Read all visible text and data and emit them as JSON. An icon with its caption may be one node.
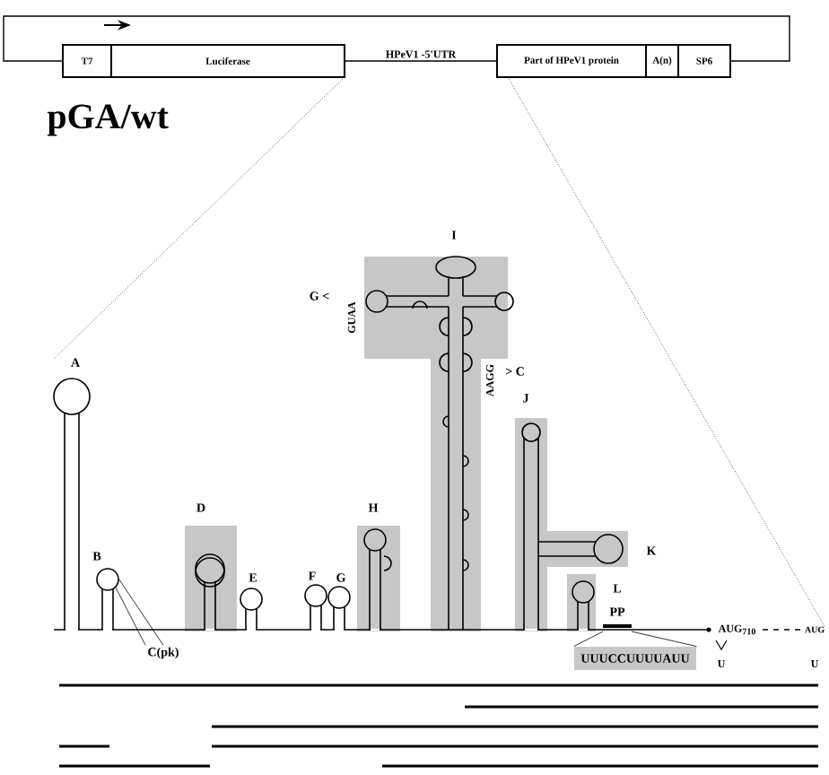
{
  "diagram": {
    "title": "pGA/wt",
    "nodes": [
      {
        "text": [
          "T7"
        ]
      },
      {
        "text": [
          "Luciferase"
        ]
      },
      {
        "text": [
          "Part of HPeV1 protein"
        ]
      },
      {
        "text": [
          "A(n)"
        ]
      },
      {
        "text": [
          "SP6"
        ]
      },
      {
        "text": [
          "C(pk)"
        ]
      },
      {
        "text": [
          "UUUCCUUUUAUU"
        ]
      },
      {
        "text": [],
        "shape": "circle"
      }
    ],
    "edges": [
      {
        "from": 0,
        "to": 4,
        "arrow": "none"
      },
      {
        "from": 1,
        "to": 2,
        "arrow": "none",
        "label": "HPeV1 -5'UTR"
      },
      {
        "from": 5,
        "to": 7,
        "arrow": "none"
      },
      {
        "from": 5,
        "to": 7,
        "arrow": "none"
      },
      {
        "from": 6,
        "to": null,
        "arrow": "none"
      },
      {
        "from": 6,
        "to": null,
        "arrow": "none"
      }
    ],
    "labels": [
      "A",
      "I",
      "G <",
      "GUAA",
      "AAGG",
      "> C",
      "B",
      "D",
      "E",
      "F",
      "G",
      "H",
      "J",
      "K",
      "L",
      "PP",
      "AUG$_{710}$",
      "U",
      "AUG",
      "U"
    ]
  }
}
